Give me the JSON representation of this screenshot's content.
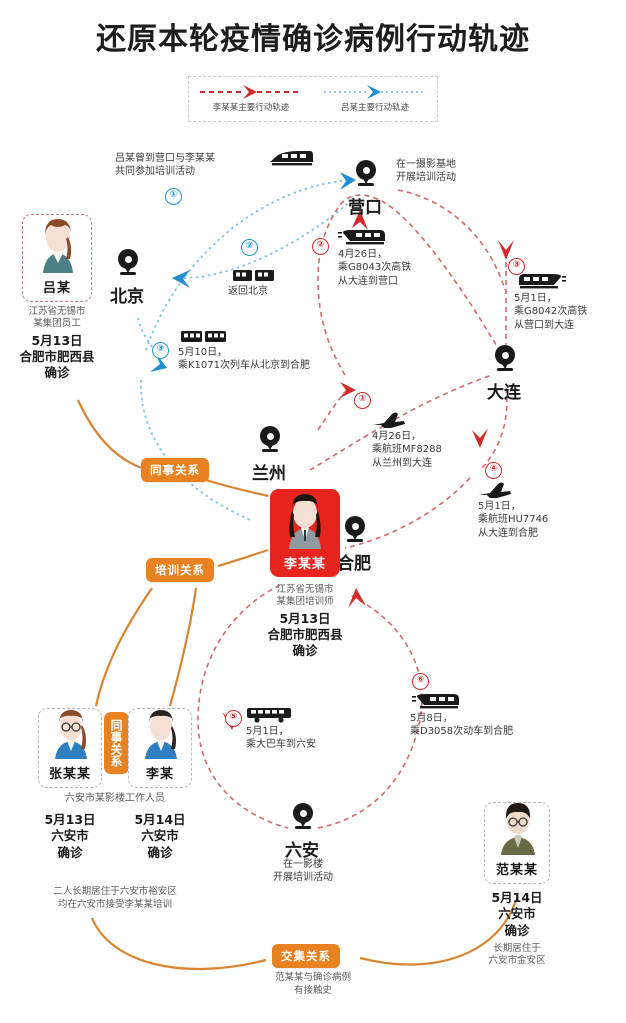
{
  "page": {
    "title": "还原本轮疫情确诊病例行动轨迹",
    "colors": {
      "red_route": "#cf2b2b",
      "blue_route": "#2196cf",
      "orange_relation": "#e8811f",
      "card_red": "#e8241f",
      "pin_black": "#1a1a1a"
    }
  },
  "legend": {
    "items": [
      {
        "label": "李某某主要行动轨迹",
        "color": "#cf2b2b",
        "icon": "dashed-arrow-right-icon"
      },
      {
        "label": "吕某主要行动轨迹",
        "color": "#2196cf",
        "icon": "dotted-arrow-right-icon"
      }
    ]
  },
  "cities": [
    {
      "id": "beijing",
      "name": "北京"
    },
    {
      "id": "yingkou",
      "name": "营口",
      "note": "在一摄影基地\n开展培训活动"
    },
    {
      "id": "dalian",
      "name": "大连"
    },
    {
      "id": "lanzhou",
      "name": "兰州"
    },
    {
      "id": "hefei",
      "name": "合肥"
    },
    {
      "id": "luan",
      "name": "六安",
      "note": "在一影楼\n开展培训活动"
    }
  ],
  "city_labels": {
    "beijing": "北京",
    "yingkou": "营口",
    "dalian": "大连",
    "lanzhou": "兰州",
    "hefei": "合肥",
    "luan": "六安"
  },
  "city_notes": {
    "yingkou_l1": "在一摄影基地",
    "yingkou_l2": "开展培训活动",
    "luan_l1": "在一影楼",
    "luan_l2": "开展培训活动"
  },
  "persons": {
    "lv": {
      "name": "吕某",
      "role_l1": "江苏省无锡市",
      "role_l2": "某集团员工",
      "diag_l1": "5月13日",
      "diag_l2": "合肥市肥西县",
      "diag_l3": "确诊"
    },
    "li_trainer": {
      "name": "李某某",
      "role_l1": "江苏省无锡市",
      "role_l2": "某集团培训师",
      "diag_l1": "5月13日",
      "diag_l2": "合肥市肥西县",
      "diag_l3": "确诊"
    },
    "zhang": {
      "name": "张某某",
      "diag_l1": "5月13日",
      "diag_l2": "六安市",
      "diag_l3": "确诊"
    },
    "li": {
      "name": "李某",
      "diag_l1": "5月14日",
      "diag_l2": "六安市",
      "diag_l3": "确诊"
    },
    "fan": {
      "name": "范某某",
      "diag_l1": "5月14日",
      "diag_l2": "六安市",
      "diag_l3": "确诊",
      "note_l1": "长期居住于",
      "note_l2": "六安市金安区"
    },
    "pair_note": {
      "role": "六安市某影楼工作人员",
      "note_l1": "二人长期居住于六安市裕安区",
      "note_l2": "均在六安市接受李某某培训"
    }
  },
  "relations": {
    "colleague_top": "同事关系",
    "training": "培训关系",
    "colleague_pair": "同事关系",
    "contact": "交集关系",
    "contact_note_l1": "范某某与确诊病例",
    "contact_note_l2": "有接触史"
  },
  "annotations": {
    "lv_yingkou": {
      "line1": "吕某曾到营口与李某某",
      "line2": "共同参加培训活动",
      "step": "①",
      "color": "#2196cf",
      "icon": "high-speed-train-icon"
    },
    "lv_return_beijing": {
      "label": "返回北京",
      "step": "②",
      "color": "#2196cf",
      "icon": "train-icon"
    },
    "lv_beijing_hefei": {
      "line1": "5月10日，",
      "line2": "乘K1071次列车从北京到合肥",
      "step": "③",
      "color": "#2196cf",
      "icon": "train-icon"
    },
    "li_lanzhou_dalian": {
      "line1": "4月26日，",
      "line2": "乘航班MF8288",
      "line3": "从兰州到大连",
      "step": "①",
      "color": "#cf2b2b",
      "icon": "airplane-icon"
    },
    "li_dalian_yingkou": {
      "line1": "4月26日，",
      "line2": "乘G8043次高铁",
      "line3": "从大连到营口",
      "step": "②",
      "color": "#cf2b2b",
      "icon": "high-speed-train-icon"
    },
    "li_yingkou_dalian": {
      "line1": "5月1日，",
      "line2": "乘G8042次高铁",
      "line3": "从营口到大连",
      "step": "③",
      "color": "#cf2b2b",
      "icon": "high-speed-train-icon"
    },
    "li_dalian_hefei": {
      "line1": "5月1日，",
      "line2": "乘航班HU7746",
      "line3": "从大连到合肥",
      "step": "④",
      "color": "#cf2b2b",
      "icon": "airplane-icon"
    },
    "li_bus_luan": {
      "line1": "5月1日，",
      "line2": "乘大巴车到六安",
      "step": "⑤",
      "color": "#cf2b2b",
      "icon": "bus-icon"
    },
    "li_luan_hefei": {
      "line1": "5月8日，",
      "line2": "乘D3058次动车到合肥",
      "step": "⑥",
      "color": "#cf2b2b",
      "icon": "high-speed-train-icon"
    }
  }
}
